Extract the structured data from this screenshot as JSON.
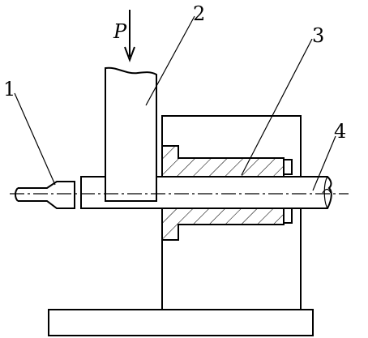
{
  "labels": {
    "force": "P",
    "part1": "1",
    "part2": "2",
    "part3": "3",
    "part4": "4"
  },
  "colors": {
    "line": "#000000",
    "background": "#ffffff"
  }
}
